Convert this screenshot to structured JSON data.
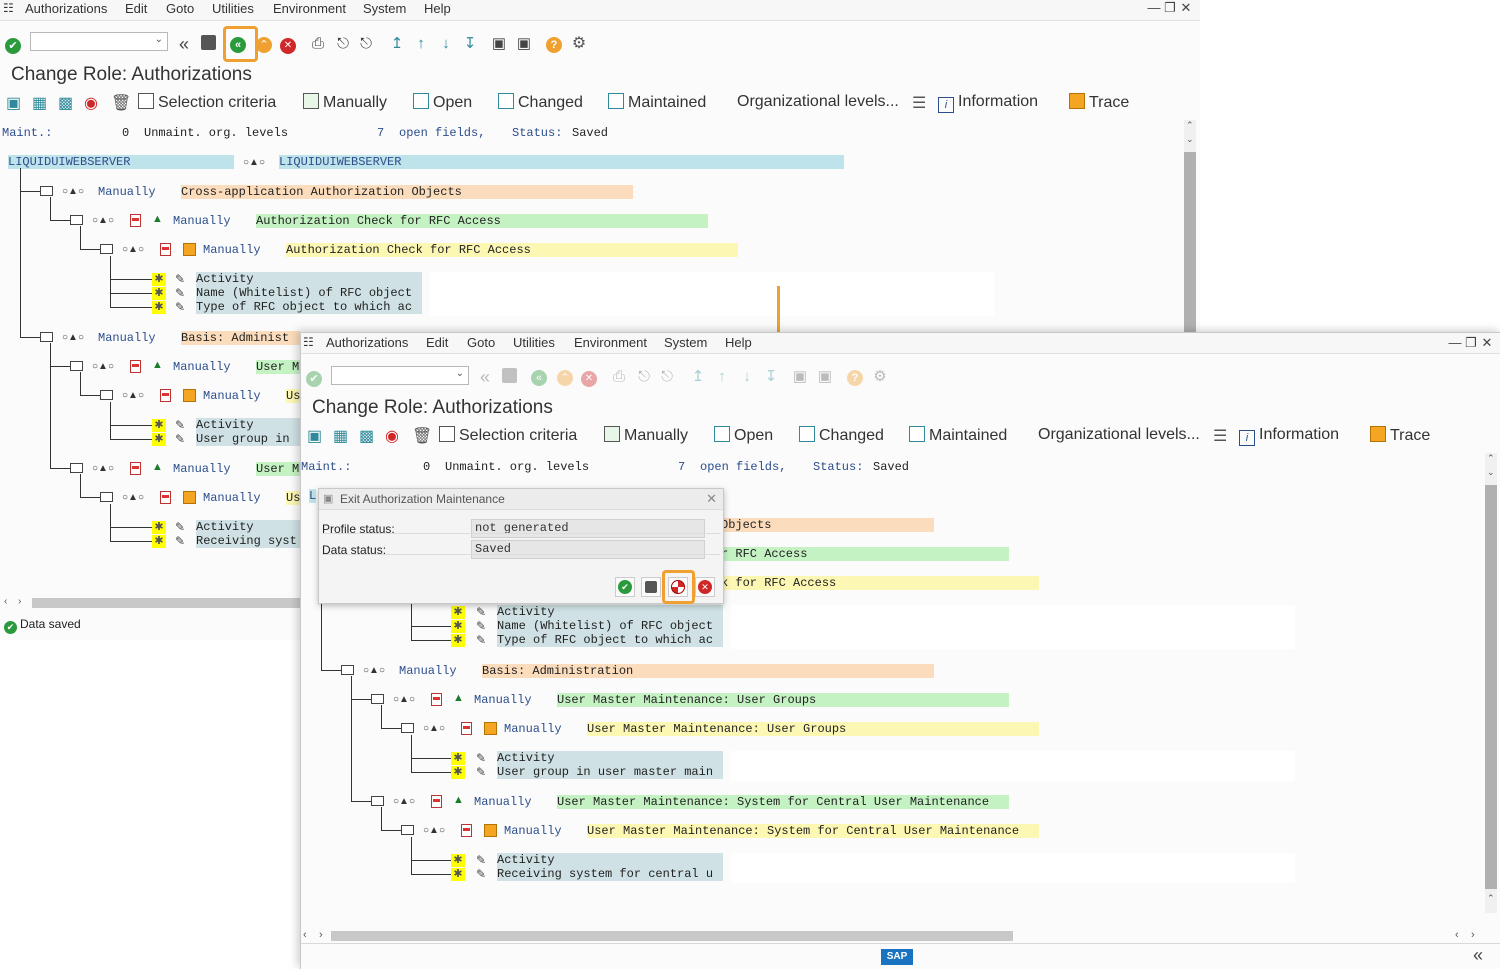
{
  "menu": {
    "logo": "menu-icon",
    "items": [
      "Authorizations",
      "Edit",
      "Goto",
      "Utilities",
      "Environment",
      "System",
      "Help"
    ]
  },
  "window_controls": [
    "minimize",
    "restore",
    "close"
  ],
  "command_field": {
    "value": ""
  },
  "title": "Change Role: Authorizations",
  "toolbar": {
    "selection_criteria": "Selection criteria",
    "manually": "Manually",
    "open": "Open",
    "changed": "Changed",
    "maintained": "Maintained",
    "org_levels": "Organizational levels...",
    "information": "Information",
    "trace": "Trace"
  },
  "status_line": {
    "maint_label": "Maint.:",
    "maint_count": "0",
    "unmaint_label": "Unmaint. org. levels",
    "open_count": "7",
    "open_label": "open fields,",
    "status_label": "Status:",
    "status_value": "Saved"
  },
  "tree": {
    "root": "LIQUIDUIWEBSERVER",
    "root_text": "LIQUIDUIWEBSERVER",
    "manually": "Manually",
    "n1": "Cross-application Authorization Objects",
    "n1a": "Authorization Check for RFC Access",
    "n1a1": "Authorization Check for RFC Access",
    "f1": "Activity",
    "f2": "Name (Whitelist) of RFC object",
    "f3": "Type of RFC object to which ac",
    "n2": "Basis: Administration",
    "n2a": "User Master Maintenance: User Groups",
    "n2a1": "User Master Maintenance: User Groups",
    "f4": "Activity",
    "f5": "User group in user master main",
    "n2b": "User Master Maintenance: System for Central User Maintenance",
    "n2b1": "User Master Maintenance: System for Central User Maintenance",
    "f6": "Activity",
    "f7": "Receiving system for central u"
  },
  "back_fragments": {
    "n2_trunc": "Basis: Administ",
    "n2a_trunc": "User M",
    "n2a1_trunc": "Us",
    "n2b_trunc": "User M",
    "n2b1_trunc": "Us",
    "f5_trunc": "User group in",
    "f7_trunc": "Receiving syst"
  },
  "front_fragments": {
    "root_trunc": "L",
    "n1_trunc": "Objects",
    "n1a_trunc": "r RFC Access",
    "n1a1_trunc": "k for RFC Access"
  },
  "statusbar": {
    "message": "Data saved"
  },
  "dialog": {
    "title": "Exit Authorization Maintenance",
    "profile_label": "Profile status:",
    "profile_value": "not generated",
    "data_label": "Data status:",
    "data_value": "Saved"
  },
  "sap_logo": "SAP",
  "colors": {
    "accent": "#f0a030",
    "ok": "#2b9a3c",
    "cancel": "#d02828"
  }
}
